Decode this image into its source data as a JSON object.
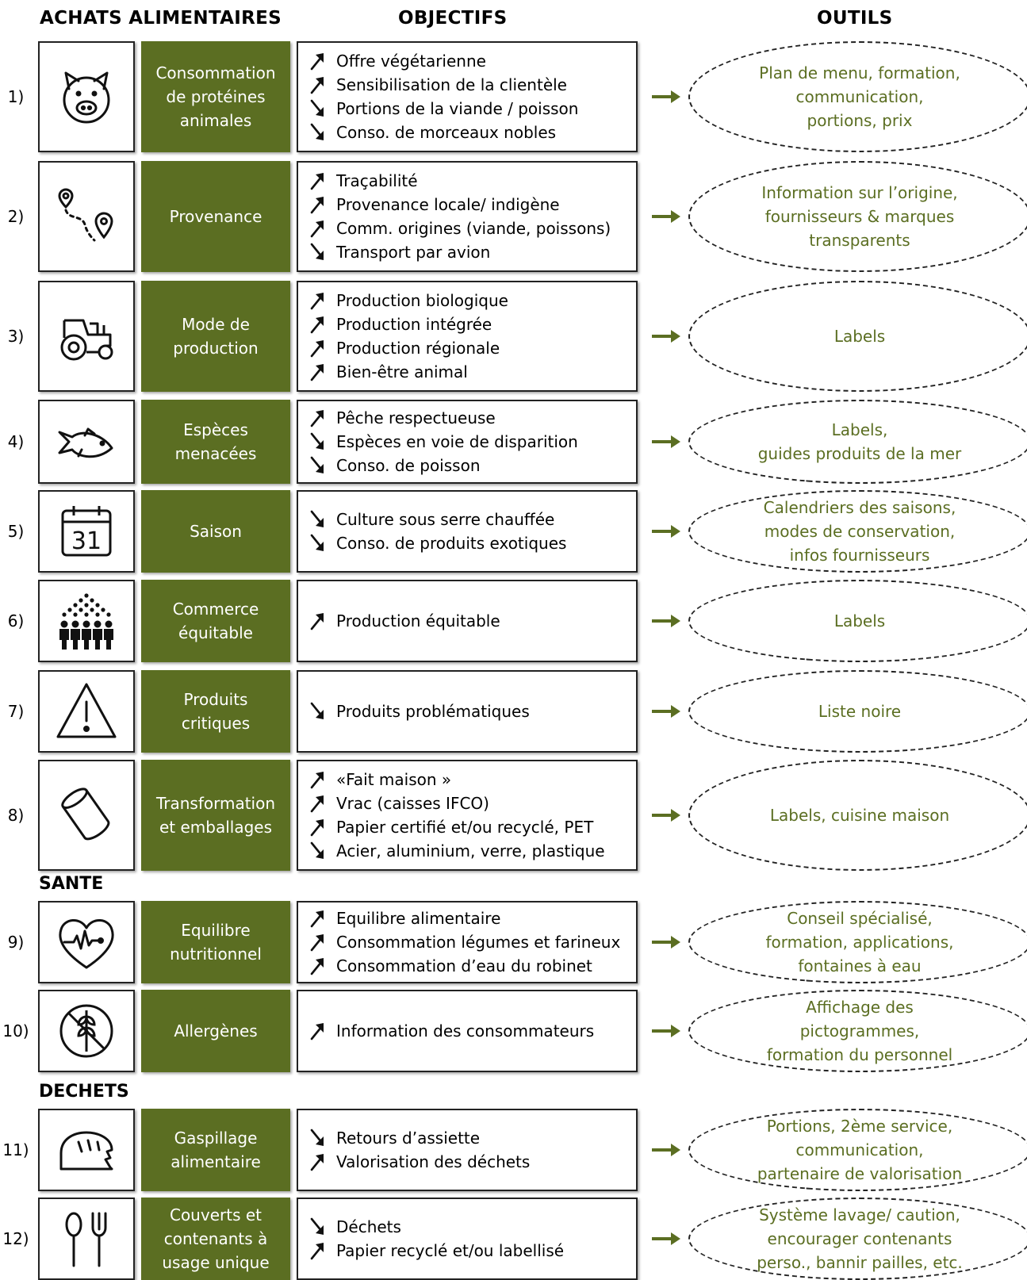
{
  "headers": {
    "achats": "ACHATS ALIMENTAIRES",
    "objectifs": "OBJECTIFS",
    "outils": "OUTILS"
  },
  "sections": {
    "sante": "SANTE",
    "dechets": "DECHETS"
  },
  "rows": [
    {
      "num": "1)",
      "icon": "pig-icon",
      "category": "Consommation\nde protéines\nanimales",
      "objectives": [
        {
          "trend": "up",
          "text": "Offre végétarienne"
        },
        {
          "trend": "up",
          "text": "Sensibilisation de la clientèle"
        },
        {
          "trend": "down",
          "text": "Portions de la viande / poisson"
        },
        {
          "trend": "down",
          "text": "Conso. de morceaux nobles"
        }
      ],
      "tool": "Plan de menu, formation,\ncommunication,\nportions, prix"
    },
    {
      "num": "2)",
      "icon": "route-pin-icon",
      "category": "Provenance",
      "objectives": [
        {
          "trend": "up",
          "text": "Traçabilité"
        },
        {
          "trend": "up",
          "text": "Provenance locale/ indigène"
        },
        {
          "trend": "up",
          "text": "Comm. origines (viande, poissons)"
        },
        {
          "trend": "down",
          "text": "Transport par avion"
        }
      ],
      "tool": "Information sur l’origine,\nfournisseurs & marques\ntransparents"
    },
    {
      "num": "3)",
      "icon": "tractor-icon",
      "category": "Mode de\nproduction",
      "objectives": [
        {
          "trend": "up",
          "text": "Production biologique"
        },
        {
          "trend": "up",
          "text": "Production intégrée"
        },
        {
          "trend": "up",
          "text": "Production régionale"
        },
        {
          "trend": "up",
          "text": "Bien-être animal"
        }
      ],
      "tool": "Labels"
    },
    {
      "num": "4)",
      "icon": "fish-icon",
      "category": "Espèces\nmenacées",
      "objectives": [
        {
          "trend": "up",
          "text": "Pêche respectueuse"
        },
        {
          "trend": "down",
          "text": "Espèces en voie de disparition"
        },
        {
          "trend": "down",
          "text": "Conso. de poisson"
        }
      ],
      "tool": "Labels,\nguides produits de la mer"
    },
    {
      "num": "5)",
      "icon": "calendar-icon",
      "icon_text": "31",
      "category": "Saison",
      "objectives": [
        {
          "trend": "down",
          "text": "Culture sous serre chauffée"
        },
        {
          "trend": "down",
          "text": "Conso. de produits exotiques"
        }
      ],
      "tool": "Calendriers des saisons,\nmodes de conservation,\ninfos fournisseurs"
    },
    {
      "num": "6)",
      "icon": "people-crowd-icon",
      "category": "Commerce\néquitable",
      "objectives": [
        {
          "trend": "up",
          "text": "Production équitable"
        }
      ],
      "tool": "Labels"
    },
    {
      "num": "7)",
      "icon": "warning-icon",
      "category": "Produits\ncritiques",
      "objectives": [
        {
          "trend": "down",
          "text": "Produits problématiques"
        }
      ],
      "tool": "Liste noire"
    },
    {
      "num": "8)",
      "icon": "can-icon",
      "category": "Transformation\net emballages",
      "objectives": [
        {
          "trend": "up",
          "text": "«Fait maison »"
        },
        {
          "trend": "up",
          "text": "Vrac (caisses IFCO)"
        },
        {
          "trend": "up",
          "text": "Papier certifié et/ou recyclé, PET"
        },
        {
          "trend": "down",
          "text": "Acier, aluminium, verre, plastique"
        }
      ],
      "tool": "Labels, cuisine maison"
    },
    {
      "num": "9)",
      "icon": "heart-pulse-icon",
      "category": "Equilibre\nnutritionnel",
      "objectives": [
        {
          "trend": "up",
          "text": "Equilibre alimentaire"
        },
        {
          "trend": "up",
          "text": "Consommation légumes et farineux"
        },
        {
          "trend": "up",
          "text": "Consommation d’eau du robinet"
        }
      ],
      "tool": "Conseil spécialisé,\nformation, applications,\nfontaines à eau"
    },
    {
      "num": "10)",
      "icon": "no-gluten-icon",
      "category": "Allergènes",
      "objectives": [
        {
          "trend": "up",
          "text": "Information des consommateurs"
        }
      ],
      "tool": "Affichage des\npictogrammes,\nformation du personnel"
    },
    {
      "num": "11)",
      "icon": "bread-icon",
      "category": "Gaspillage\nalimentaire",
      "objectives": [
        {
          "trend": "down",
          "text": "Retours d’assiette"
        },
        {
          "trend": "up",
          "text": "Valorisation des déchets"
        }
      ],
      "tool": "Portions, 2ème service,\ncommunication,\npartenaire de valorisation"
    },
    {
      "num": "12)",
      "icon": "cutlery-icon",
      "category": "Couverts et\ncontenants à\nusage unique",
      "objectives": [
        {
          "trend": "down",
          "text": "Déchets"
        },
        {
          "trend": "up",
          "text": "Papier recyclé et/ou labellisé"
        }
      ],
      "tool": "Système lavage/ caution,\nencourager contenants\nperso., bannir pailles, etc."
    }
  ],
  "colors": {
    "accent": "#5b6e22",
    "border": "#222222"
  }
}
